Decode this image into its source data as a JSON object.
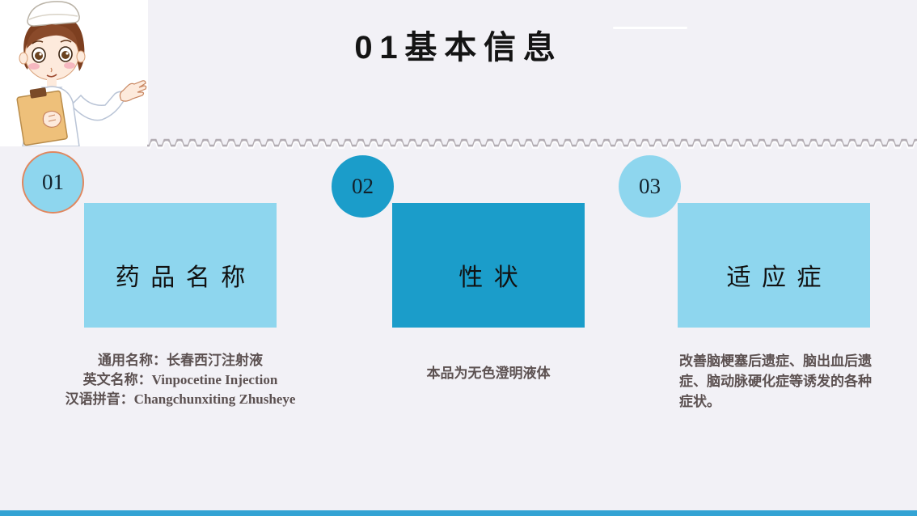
{
  "slide": {
    "title": "01基本信息",
    "colors": {
      "background": "#f2f1f6",
      "light_blue": "#8ed6ee",
      "dark_blue": "#1b9dca",
      "circle1_border": "#e0875f",
      "zigzag_gray": "#b3adb3",
      "bottom_bar": "#33a3d4",
      "body_text": "#5c5151"
    }
  },
  "sections": [
    {
      "number": "01",
      "card_title": "药品名称",
      "card_color": "#8ed6ee",
      "circle_color": "#8ed6ee",
      "circle_border": "#e0875f",
      "description_lines": [
        "通用名称：长春西汀注射液",
        "英文名称：Vinpocetine Injection",
        "汉语拼音：Changchunxiting Zhusheye"
      ]
    },
    {
      "number": "02",
      "card_title": "性状",
      "card_color": "#1b9dca",
      "circle_color": "#1b9dca",
      "circle_border": "none",
      "description_lines": [
        "本品为无色澄明液体"
      ]
    },
    {
      "number": "03",
      "card_title": "适应症",
      "card_color": "#8ed6ee",
      "circle_color": "#8ed6ee",
      "circle_border": "none",
      "description_lines": [
        "改善脑梗塞后遗症、脑出血后遗症、脑动脉硬化症等诱发的各种症状。"
      ]
    }
  ]
}
